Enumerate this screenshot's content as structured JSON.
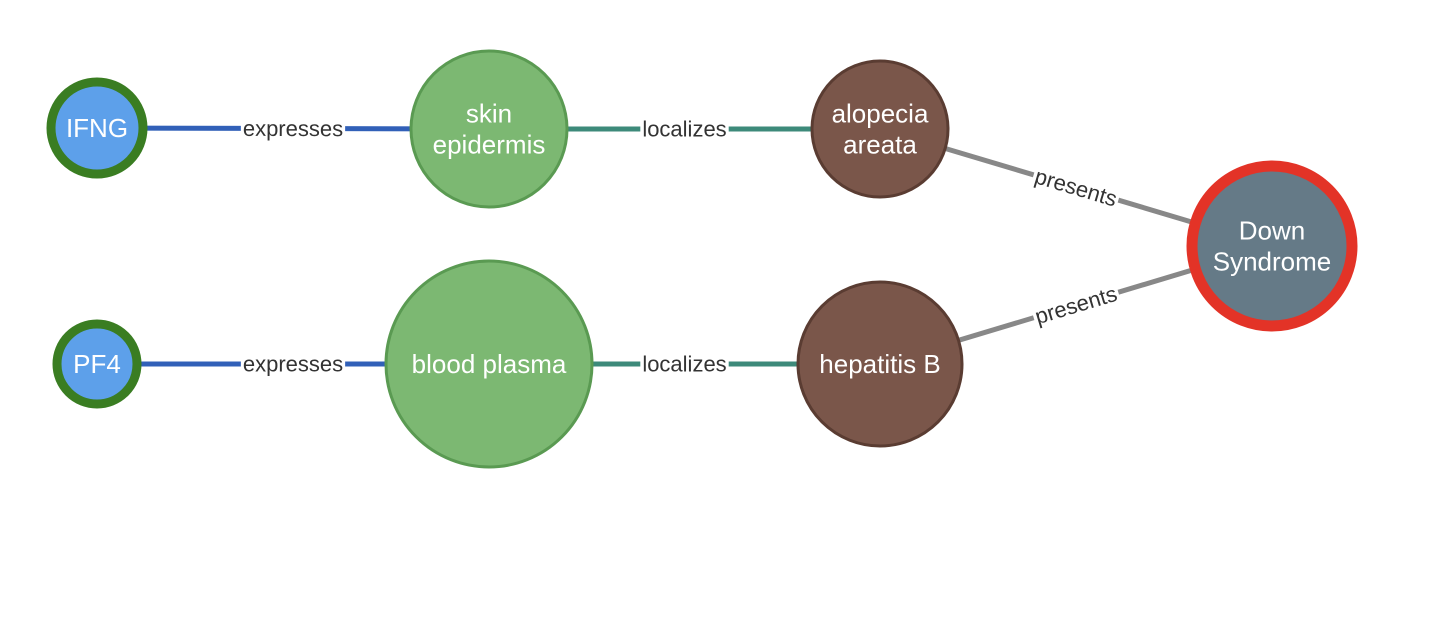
{
  "nodes": [
    {
      "id": "ifng",
      "lines": [
        "IFNG"
      ],
      "fill": "#5da0ea",
      "stroke": "#3a7d22"
    },
    {
      "id": "skin-epidermis",
      "lines": [
        "skin",
        "epidermis"
      ],
      "fill": "#7cb872",
      "stroke": "#5a9a52"
    },
    {
      "id": "alopecia-areata",
      "lines": [
        "alopecia",
        "areata"
      ],
      "fill": "#7a564a",
      "stroke": "#5a3c32"
    },
    {
      "id": "down-syndrome",
      "lines": [
        "Down",
        "Syndrome"
      ],
      "fill": "#657a87",
      "stroke": "#e33327"
    },
    {
      "id": "pf4",
      "lines": [
        "PF4"
      ],
      "fill": "#5da0ea",
      "stroke": "#3a7d22"
    },
    {
      "id": "blood-plasma",
      "lines": [
        "blood plasma"
      ],
      "fill": "#7cb872",
      "stroke": "#5a9a52"
    },
    {
      "id": "hepatitis-b",
      "lines": [
        "hepatitis B"
      ],
      "fill": "#7a564a",
      "stroke": "#5a3c32"
    }
  ],
  "edges": [
    {
      "id": "e1",
      "source": "ifng",
      "target": "skin-epidermis",
      "label": "expresses",
      "color": "#3160b8"
    },
    {
      "id": "e2",
      "source": "skin-epidermis",
      "target": "alopecia-areata",
      "label": "localizes",
      "color": "#3d8a7a"
    },
    {
      "id": "e3",
      "source": "alopecia-areata",
      "target": "down-syndrome",
      "label": "presents",
      "color": "#888888"
    },
    {
      "id": "e4",
      "source": "pf4",
      "target": "blood-plasma",
      "label": "expresses",
      "color": "#3160b8"
    },
    {
      "id": "e5",
      "source": "blood-plasma",
      "target": "hepatitis-b",
      "label": "localizes",
      "color": "#3d8a7a"
    },
    {
      "id": "e6",
      "source": "hepatitis-b",
      "target": "down-syndrome",
      "label": "presents",
      "color": "#888888"
    }
  ]
}
